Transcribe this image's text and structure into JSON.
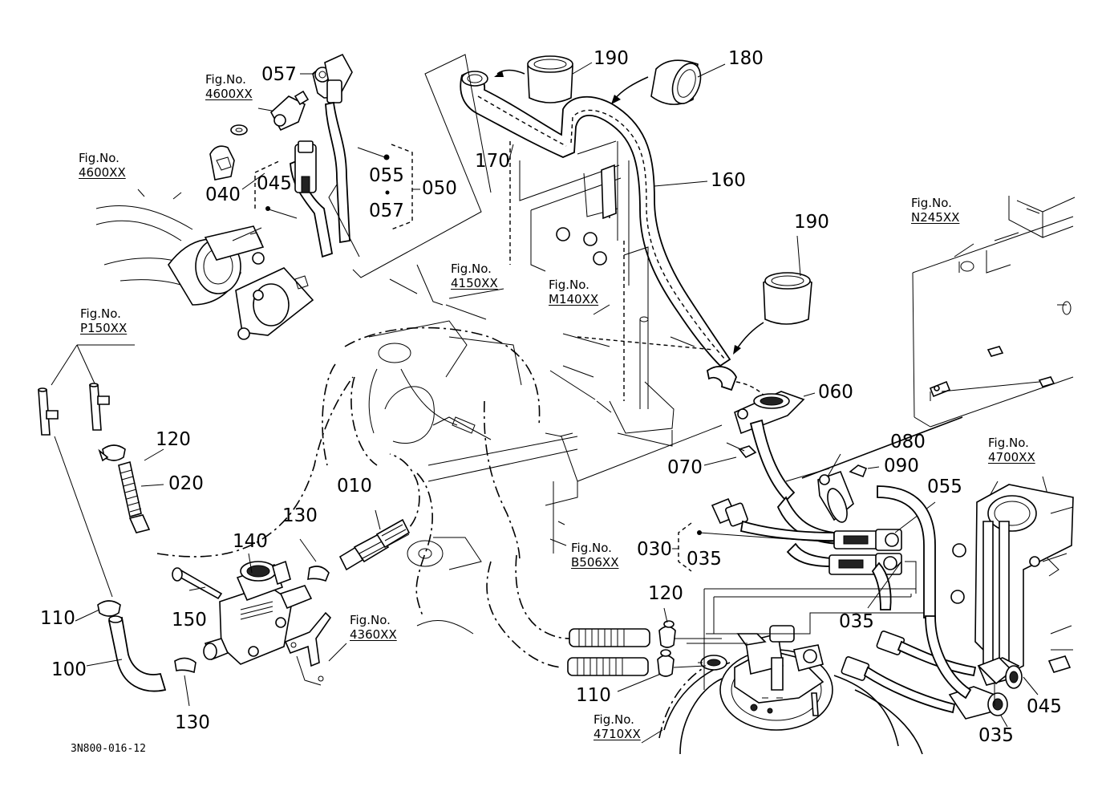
{
  "fig_label": "Fig.No.",
  "figure_refs": [
    {
      "id": "4600a",
      "ref": "4600XX"
    },
    {
      "id": "4600b",
      "ref": "4600XX"
    },
    {
      "id": "p150",
      "ref": "P150XX"
    },
    {
      "id": "4150",
      "ref": "4150XX"
    },
    {
      "id": "m140",
      "ref": "M140XX"
    },
    {
      "id": "n245",
      "ref": "N245XX"
    },
    {
      "id": "4700",
      "ref": "4700XX"
    },
    {
      "id": "b506",
      "ref": "B506XX"
    },
    {
      "id": "4360",
      "ref": "4360XX"
    },
    {
      "id": "4710",
      "ref": "4710XX"
    }
  ],
  "part_labels": {
    "p057a": "057",
    "p190a": "190",
    "p180": "180",
    "p170": "170",
    "p160": "160",
    "p190b": "190",
    "p040": "040",
    "p045a": "045",
    "p055a": "055",
    "p050": "050",
    "p057b": "057",
    "p060": "060",
    "p070": "070",
    "p080": "080",
    "p090": "090",
    "p055b": "055",
    "p120a": "120",
    "p020": "020",
    "p010": "010",
    "p130a": "130",
    "p140": "140",
    "p030": "030",
    "p035a": "035",
    "p035b": "035",
    "p120b": "120",
    "p110a": "110",
    "p150": "150",
    "p100": "100",
    "p130b": "130",
    "p110b": "110",
    "p045b": "045",
    "p035c": "035"
  },
  "diagram_code": "3N800-016-12"
}
